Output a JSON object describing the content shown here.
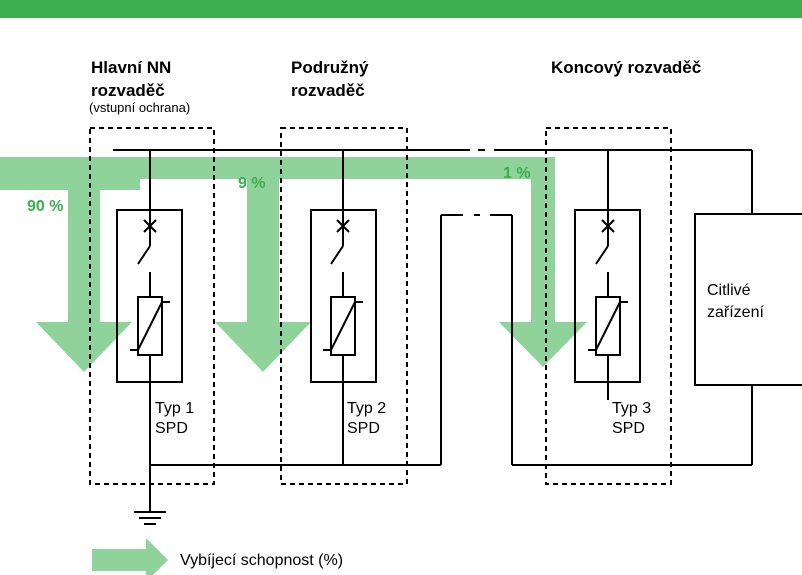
{
  "colors": {
    "accent": "#3dae4f",
    "flow": "#8fd39b"
  },
  "headers": {
    "main_line1": "Hlavní NN",
    "main_line2": "rozvaděč",
    "main_sub": "(vstupní ochrana)",
    "sub_line1": "Podružný",
    "sub_line2": "rozvaděč",
    "end": "Koncový rozvaděč"
  },
  "percentages": {
    "p90": "90 %",
    "p9": "9 %",
    "p1": "1 %"
  },
  "spd": {
    "t1_line1": "Typ 1",
    "t1_line2": "SPD",
    "t2_line1": "Typ 2",
    "t2_line2": "SPD",
    "t3_line1": "Typ 3",
    "t3_line2": "SPD"
  },
  "device": {
    "line1": "Citlivé",
    "line2": "zařízení"
  },
  "legend": {
    "label": "Vybíjecí schopnost (%)",
    "icon": "green-arrow-icon"
  }
}
